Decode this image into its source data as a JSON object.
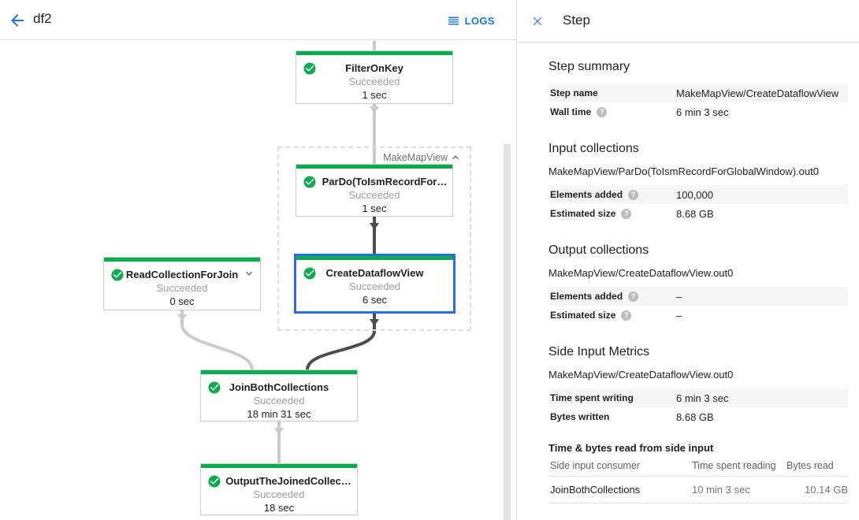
{
  "colors": {
    "accent_blue": "#1a73e8",
    "node_green": "#0cab4c",
    "selected_border_blue": "#2a6be8",
    "edge_light": "#cbcbcb",
    "edge_dark": "#4d4d4d"
  },
  "icons": {
    "help": "?"
  },
  "header": {
    "title": "df2",
    "logs_label": "LOGS"
  },
  "graph": {
    "group_label": "MakeMapView",
    "nodes": [
      {
        "title": "FilterOnKey",
        "status": "Succeeded",
        "time": "1 sec"
      },
      {
        "title": "ParDo(ToIsmRecordFor…",
        "status": "Succeeded",
        "time": "1 sec"
      },
      {
        "title": "ReadCollectionForJoin",
        "status": "Succeeded",
        "time": "0 sec"
      },
      {
        "title": "CreateDataflowView",
        "status": "Succeeded",
        "time": "6 sec"
      },
      {
        "title": "JoinBothCollections",
        "status": "Succeeded",
        "time": "18 min 31 sec"
      },
      {
        "title": "OutputTheJoinedCollec…",
        "status": "Succeeded",
        "time": "18 sec"
      }
    ]
  },
  "panel": {
    "title": "Step",
    "step_summary": {
      "heading": "Step summary",
      "step_name_label": "Step name",
      "step_name": "MakeMapView/CreateDataflowView",
      "wall_time_label": "Wall time",
      "wall_time": "6 min 3 sec"
    },
    "input_collections": {
      "heading": "Input collections",
      "collection": "MakeMapView/ParDo(ToIsmRecordForGlobalWindow).out0",
      "elements_added_label": "Elements added",
      "elements_added": "100,000",
      "estimated_size_label": "Estimated size",
      "estimated_size": "8.68 GB"
    },
    "output_collections": {
      "heading": "Output collections",
      "collection": "MakeMapView/CreateDataflowView.out0",
      "elements_added_label": "Elements added",
      "elements_added": "–",
      "estimated_size_label": "Estimated size",
      "estimated_size": "–"
    },
    "side_input_metrics": {
      "heading": "Side Input Metrics",
      "collection": "MakeMapView/CreateDataflowView.out0",
      "time_spent_writing_label": "Time spent writing",
      "time_spent_writing": "6 min 3 sec",
      "bytes_written_label": "Bytes written",
      "bytes_written": "8.68 GB"
    },
    "side_input_table": {
      "heading": "Time & bytes read from side input",
      "columns": [
        "Side input consumer",
        "Time spent reading",
        "Bytes read"
      ],
      "rows": [
        [
          "JoinBothCollections",
          "10 min 3 sec",
          "10.14 GB"
        ]
      ]
    }
  }
}
